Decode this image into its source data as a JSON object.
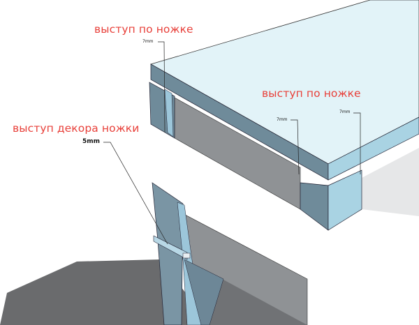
{
  "annotations": {
    "top_left": {
      "label": "выступ по ножке",
      "dimension": "7mm"
    },
    "right": {
      "label": "выступ по ножке",
      "dimension_left": "7mm",
      "dimension_right": "7mm"
    },
    "lower_left": {
      "label": "выступ декора ножки",
      "dimension": "5mm"
    }
  },
  "colors": {
    "label_red": "#e8403a",
    "tabletop_top": "#e2f3f8",
    "tabletop_front": "#6f8b9a",
    "tabletop_side": "#a9d3e3",
    "apron_grey": "#8f9295",
    "apron_light": "#e6e7e8",
    "leg_dark": "#6d8797",
    "leg_light": "#9cc6da",
    "shadow": "#6a6b6d"
  }
}
